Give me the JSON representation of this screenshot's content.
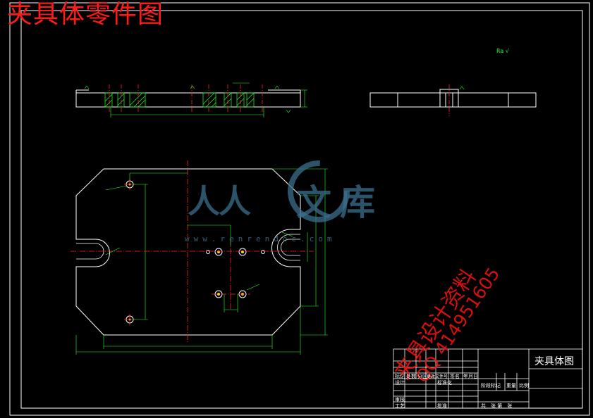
{
  "header": {
    "title": "夹具体零件图"
  },
  "watermark": {
    "line1": "夹具设计资料",
    "line2": "QQ 414951605",
    "logo_chars": [
      "人人",
      "文",
      "库"
    ],
    "url": "www.renrendoc.com"
  },
  "title_block": {
    "drawing_name": "夹具体图",
    "labels": {
      "mark": "标记",
      "count": "处数",
      "zone": "分区",
      "change_doc": "更改文件号",
      "sign": "签名",
      "date": "年月日",
      "design": "设计",
      "standardize": "标准化",
      "stage_mark": "阶段标记",
      "weight": "重量",
      "scale": "比例",
      "review": "审核",
      "process": "工艺",
      "approve": "批准",
      "sheet_info": "共　张 第　张"
    }
  },
  "note": {
    "roughness": "Ra √"
  },
  "colors": {
    "background": "#000000",
    "outline": "#ffffff",
    "dimension": "#22ff22",
    "centerline": "#ff2222",
    "title_red": "#ff1a1a",
    "watermark_blue": "#3b6f8e"
  }
}
